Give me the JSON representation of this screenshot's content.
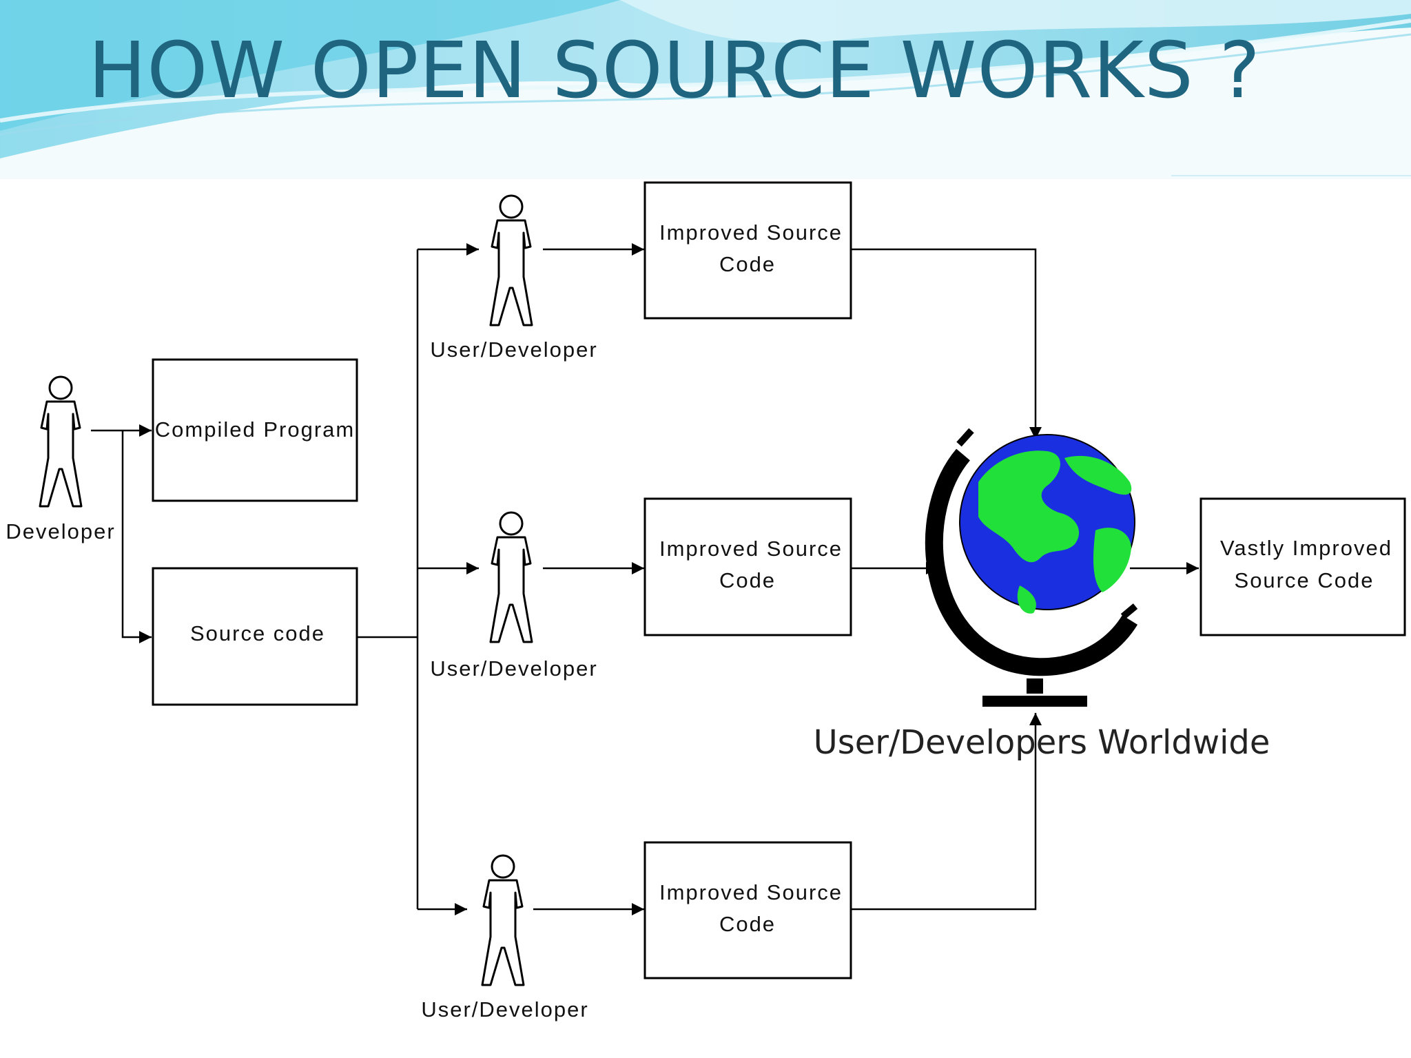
{
  "slide": {
    "title": "HOW OPEN SOURCE WORKS ?"
  },
  "colors": {
    "title": "#1f6580",
    "header_wave_light": "#bfe9f5",
    "header_wave_accent": "#5cc8e0",
    "globe_ocean": "#1a2fe0",
    "globe_land": "#22e03a",
    "globe_stand": "#000000"
  },
  "diagram": {
    "developer": {
      "label": "Developer"
    },
    "compiled_program": {
      "label": "Compiled Program"
    },
    "source_code": {
      "label": "Source code"
    },
    "user_developers": [
      {
        "label": "User/Developer"
      },
      {
        "label": "User/Developer"
      },
      {
        "label": "User/Developer"
      }
    ],
    "improved_source_code": [
      {
        "line1": "Improved Source",
        "line2": "Code"
      },
      {
        "line1": "Improved Source",
        "line2": "Code"
      },
      {
        "line1": "Improved Source",
        "line2": "Code"
      }
    ],
    "globe": {
      "icon": "globe-icon",
      "caption": "User/Developers Worldwide"
    },
    "vastly_improved": {
      "line1": "Vastly Improved",
      "line2": "Source Code"
    }
  }
}
